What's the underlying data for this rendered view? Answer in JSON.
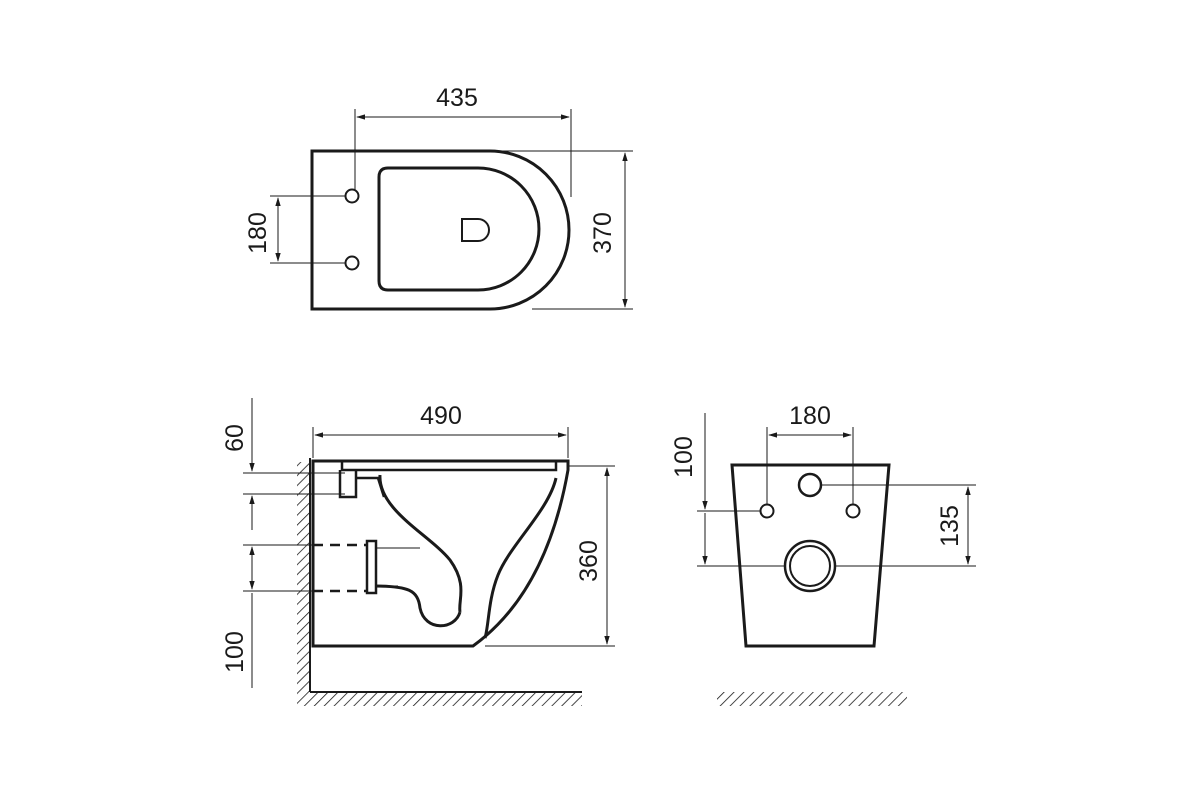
{
  "drawing": {
    "top_view": {
      "length_label": "435",
      "width_label": "370",
      "mount_spacing_label": "180"
    },
    "side_view": {
      "depth_label": "490",
      "height_label": "360",
      "top_offset_label": "60",
      "bottom_offset_label": "100"
    },
    "rear_view": {
      "mount_spacing_label": "180",
      "outlet_height_label": "135",
      "upper_offset_label": "100"
    }
  },
  "colors": {
    "line": "#1a1a1a",
    "background": "#ffffff"
  }
}
